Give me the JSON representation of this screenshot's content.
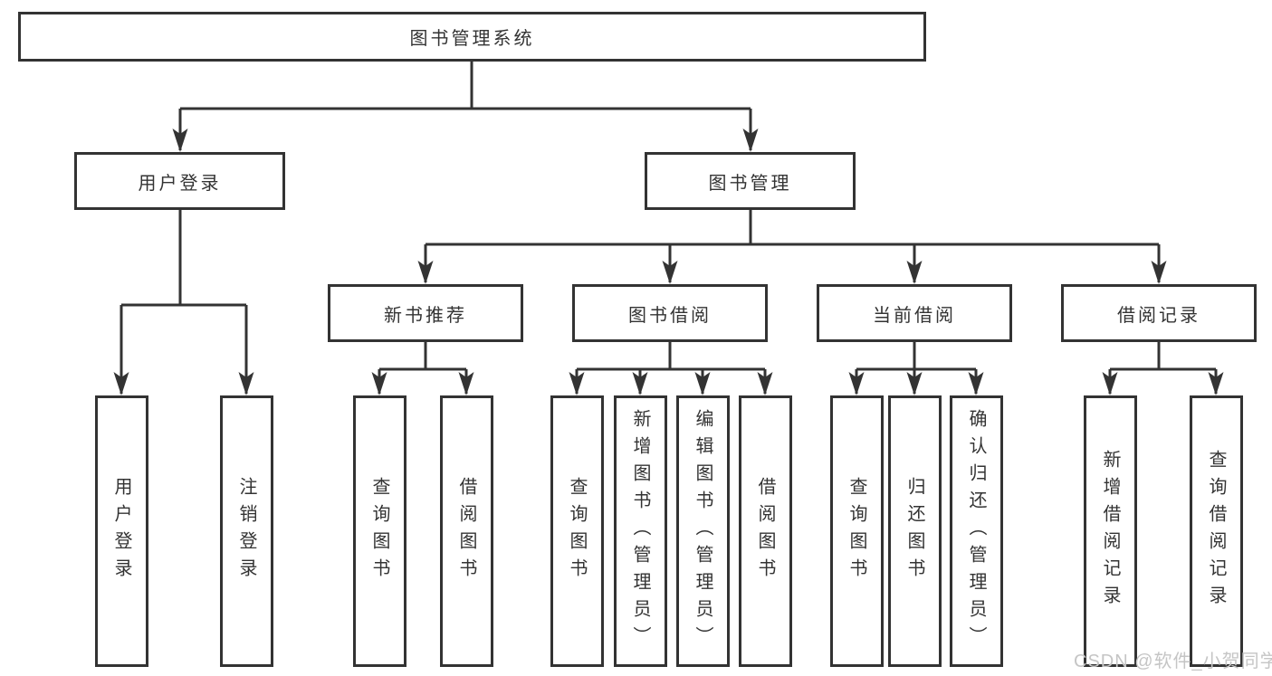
{
  "nodes": {
    "root": "图书管理系统",
    "user_login": "用户登录",
    "book_mgmt": "图书管理",
    "ul_login": "用户登录",
    "ul_logout": "注销登录",
    "nb_rec": "新书推荐",
    "bk_borrow": "图书借阅",
    "cur_borrow": "当前借阅",
    "borrow_rec": "借阅记录",
    "nb_query": "查询图书",
    "nb_borrow": "借阅图书",
    "bb_query": "查询图书",
    "bb_add": "新增图书（管理员）",
    "bb_edit": "编辑图书（管理员）",
    "bb_borrow": "借阅图书",
    "cb_query": "查询图书",
    "cb_return": "归还图书",
    "cb_confirm": "确认归还（管理员）",
    "br_add": "新增借阅记录",
    "br_query": "查询借阅记录"
  },
  "watermark": "CSDN @软件_小贺同学",
  "colors": {
    "line": "#333333",
    "text": "#333333",
    "background": "#ffffff",
    "watermark": "#c5c5c5"
  }
}
